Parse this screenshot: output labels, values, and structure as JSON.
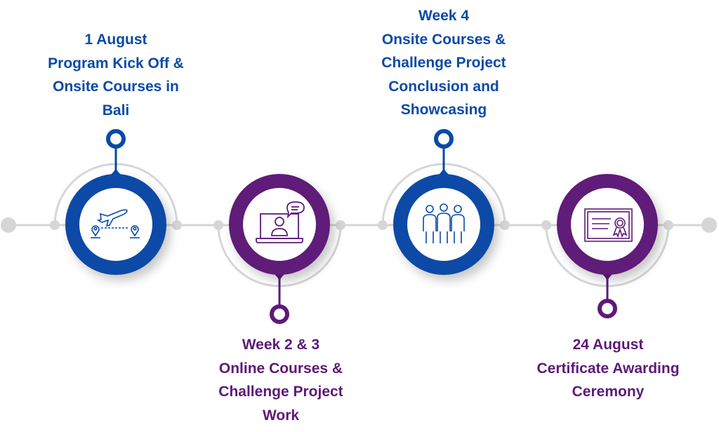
{
  "colors": {
    "blue": "#0a4aa6",
    "purple": "#5e1a78",
    "track": "#d6d6d6"
  },
  "milestones": [
    {
      "lines": [
        "1 August",
        "Program Kick Off &",
        "Onsite Courses in",
        "Bali"
      ],
      "icon": "airplane-travel-icon",
      "color": "blue"
    },
    {
      "lines": [
        "Week 2 & 3",
        "Online Courses &",
        "Challenge Project",
        "Work"
      ],
      "icon": "laptop-video-chat-icon",
      "color": "purple"
    },
    {
      "lines": [
        "Week 4",
        "Onsite Courses &",
        "Challenge Project",
        "Conclusion and",
        "Showcasing"
      ],
      "icon": "group-people-icon",
      "color": "blue"
    },
    {
      "lines": [
        "24 August",
        "Certificate Awarding",
        "Ceremony"
      ],
      "icon": "certificate-icon",
      "color": "purple"
    }
  ]
}
